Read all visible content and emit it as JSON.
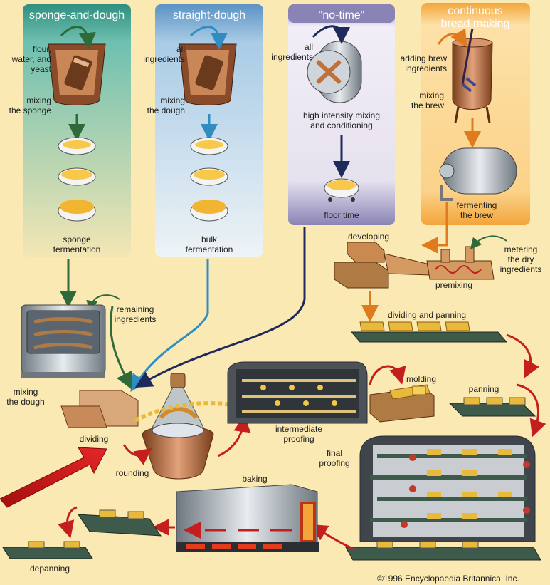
{
  "headers": {
    "sponge": "sponge-and-dough",
    "straight": "straight-dough",
    "notime": "\"no-time\"",
    "continuous1": "continuous",
    "continuous2": "bread making"
  },
  "labels": {
    "flour_water_yeast": [
      "flour,",
      "water, and",
      "yeast"
    ],
    "mixing_sponge": [
      "mixing",
      "the sponge"
    ],
    "sponge_fermentation": [
      "sponge",
      "fermentation"
    ],
    "all_ingredients_straight": [
      "all",
      "ingredients"
    ],
    "mixing_dough_straight": [
      "mixing",
      "the dough"
    ],
    "bulk_fermentation": [
      "bulk",
      "fermentation"
    ],
    "all_ingredients_notime": [
      "all",
      "ingredients"
    ],
    "high_intensity": [
      "high intensity mixing",
      "and conditioning"
    ],
    "floor_time": "floor time",
    "adding_brew": [
      "adding brew",
      "ingredients"
    ],
    "mixing_brew": [
      "mixing",
      "the brew"
    ],
    "fermenting_brew": [
      "fermenting",
      "the brew"
    ],
    "developing": "developing",
    "metering": [
      "metering",
      "the dry",
      "ingredients"
    ],
    "premixing": "premixing",
    "dividing_panning": "dividing and panning",
    "remaining_ingredients": [
      "remaining",
      "ingredients"
    ],
    "mixing_dough_main": [
      "mixing",
      "the dough"
    ],
    "dividing": "dividing",
    "rounding": "rounding",
    "intermediate_proofing": [
      "intermediate",
      "proofing"
    ],
    "molding": "molding",
    "panning": "panning",
    "final_proofing": [
      "final",
      "proofing"
    ],
    "baking": "baking",
    "depanning": "depanning",
    "copyright": "©1996 Encyclopaedia Britannica, Inc."
  },
  "colors": {
    "background": "#fbe9b4",
    "sponge_panel": "#5cb3a3",
    "straight_panel": "#8fb9d9",
    "notime_panel": "#8c86b8",
    "continuous_panel": "#f3a53b",
    "arrow_green": "#2f6b3a",
    "arrow_blue": "#2f8dc2",
    "arrow_navy": "#1f2a5c",
    "arrow_orange": "#e07a1f",
    "arrow_red": "#c41e1e",
    "machine_brown": "#b07a45",
    "machine_gray": "#9aa0a8",
    "conveyor": "#3d5a4a",
    "dough": "#e8b93a"
  }
}
